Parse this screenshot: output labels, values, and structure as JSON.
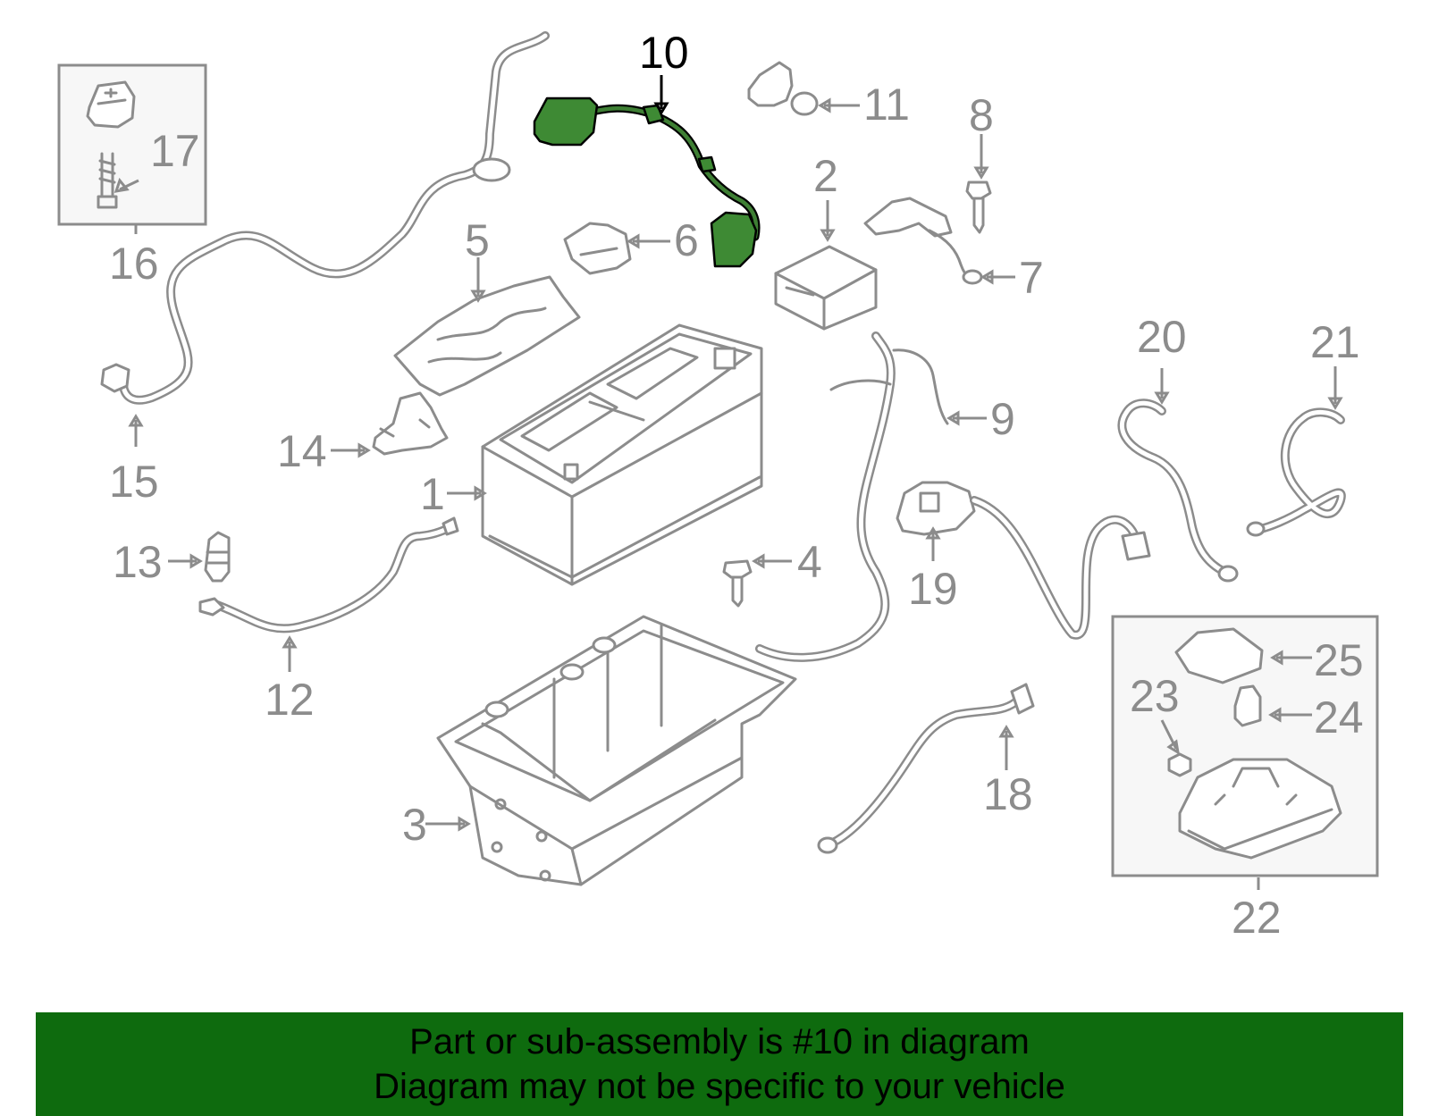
{
  "accent_colors": {
    "highlight_part": "#3e8a34",
    "banner_background": "#0e6b0e",
    "line_art": "#8c8c8c"
  },
  "highlighted_part": "10",
  "callouts": [
    {
      "id": "c1",
      "label": "1"
    },
    {
      "id": "c2",
      "label": "2"
    },
    {
      "id": "c3",
      "label": "3"
    },
    {
      "id": "c4",
      "label": "4"
    },
    {
      "id": "c5",
      "label": "5"
    },
    {
      "id": "c6",
      "label": "6"
    },
    {
      "id": "c7",
      "label": "7"
    },
    {
      "id": "c8",
      "label": "8"
    },
    {
      "id": "c9",
      "label": "9"
    },
    {
      "id": "c10",
      "label": "10"
    },
    {
      "id": "c11",
      "label": "11"
    },
    {
      "id": "c12",
      "label": "12"
    },
    {
      "id": "c13",
      "label": "13"
    },
    {
      "id": "c14",
      "label": "14"
    },
    {
      "id": "c15",
      "label": "15"
    },
    {
      "id": "c16",
      "label": "16"
    },
    {
      "id": "c17",
      "label": "17"
    },
    {
      "id": "c18",
      "label": "18"
    },
    {
      "id": "c19",
      "label": "19"
    },
    {
      "id": "c20",
      "label": "20"
    },
    {
      "id": "c21",
      "label": "21"
    },
    {
      "id": "c22",
      "label": "22"
    },
    {
      "id": "c23",
      "label": "23"
    },
    {
      "id": "c24",
      "label": "24"
    },
    {
      "id": "c25",
      "label": "25"
    }
  ],
  "banner": {
    "line1": "Part or sub-assembly is #10 in diagram",
    "line2": "Diagram may not be specific to your vehicle"
  }
}
